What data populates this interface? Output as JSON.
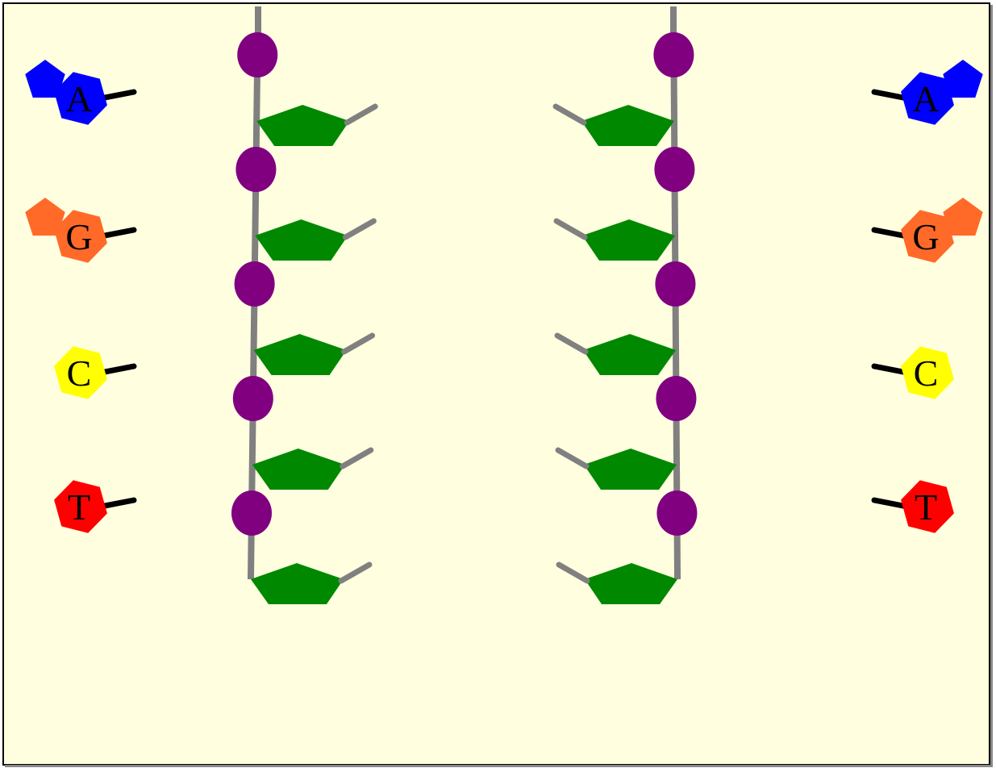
{
  "colors": {
    "background": "#ffffe0",
    "border": "#000000",
    "backbone": "#808080",
    "phosphate": "#800080",
    "sugar": "#008800",
    "bond": "#000000",
    "adenine": "#0000ff",
    "guanine": "#ff6a28",
    "cytosine": "#ffff00",
    "thymine": "#ff0000"
  },
  "bases": {
    "left": [
      {
        "letter": "A",
        "kind": "purine",
        "color": "#0000ff"
      },
      {
        "letter": "G",
        "kind": "purine",
        "color": "#ff6a28"
      },
      {
        "letter": "C",
        "kind": "pyrimidine",
        "color": "#ffff00"
      },
      {
        "letter": "T",
        "kind": "pyrimidine",
        "color": "#ff0000"
      }
    ],
    "right": [
      {
        "letter": "A",
        "kind": "purine",
        "color": "#0000ff"
      },
      {
        "letter": "G",
        "kind": "purine",
        "color": "#ff6a28"
      },
      {
        "letter": "C",
        "kind": "pyrimidine",
        "color": "#ffff00"
      },
      {
        "letter": "T",
        "kind": "pyrimidine",
        "color": "#ff0000"
      }
    ]
  },
  "strands": [
    {
      "side": "left",
      "phosphate_count": 5,
      "sugar_count": 5
    },
    {
      "side": "right",
      "phosphate_count": 5,
      "sugar_count": 5
    }
  ]
}
